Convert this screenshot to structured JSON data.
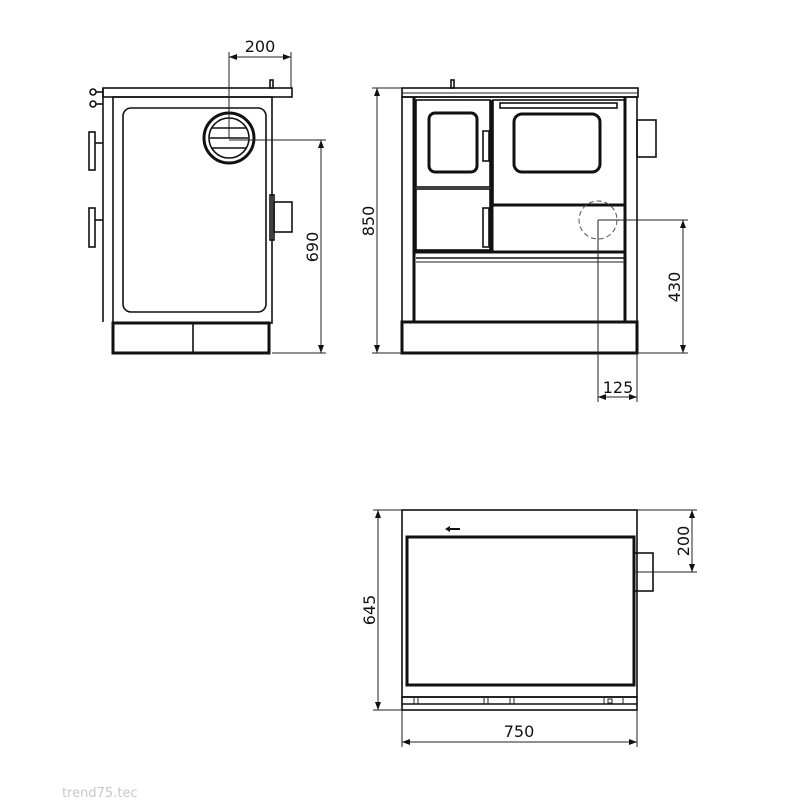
{
  "side_view": {
    "dim_flue_offset": "200",
    "dim_flue_height": "690"
  },
  "front_view": {
    "dim_total_height": "850",
    "dim_connection_height": "430",
    "dim_connection_side_offset": "125"
  },
  "top_view": {
    "dim_depth": "645",
    "dim_flue_offset": "200",
    "dim_width": "750"
  },
  "watermark": "trend75.tec",
  "colors": {
    "line": "#111111",
    "watermark": "#c8c8c8"
  }
}
